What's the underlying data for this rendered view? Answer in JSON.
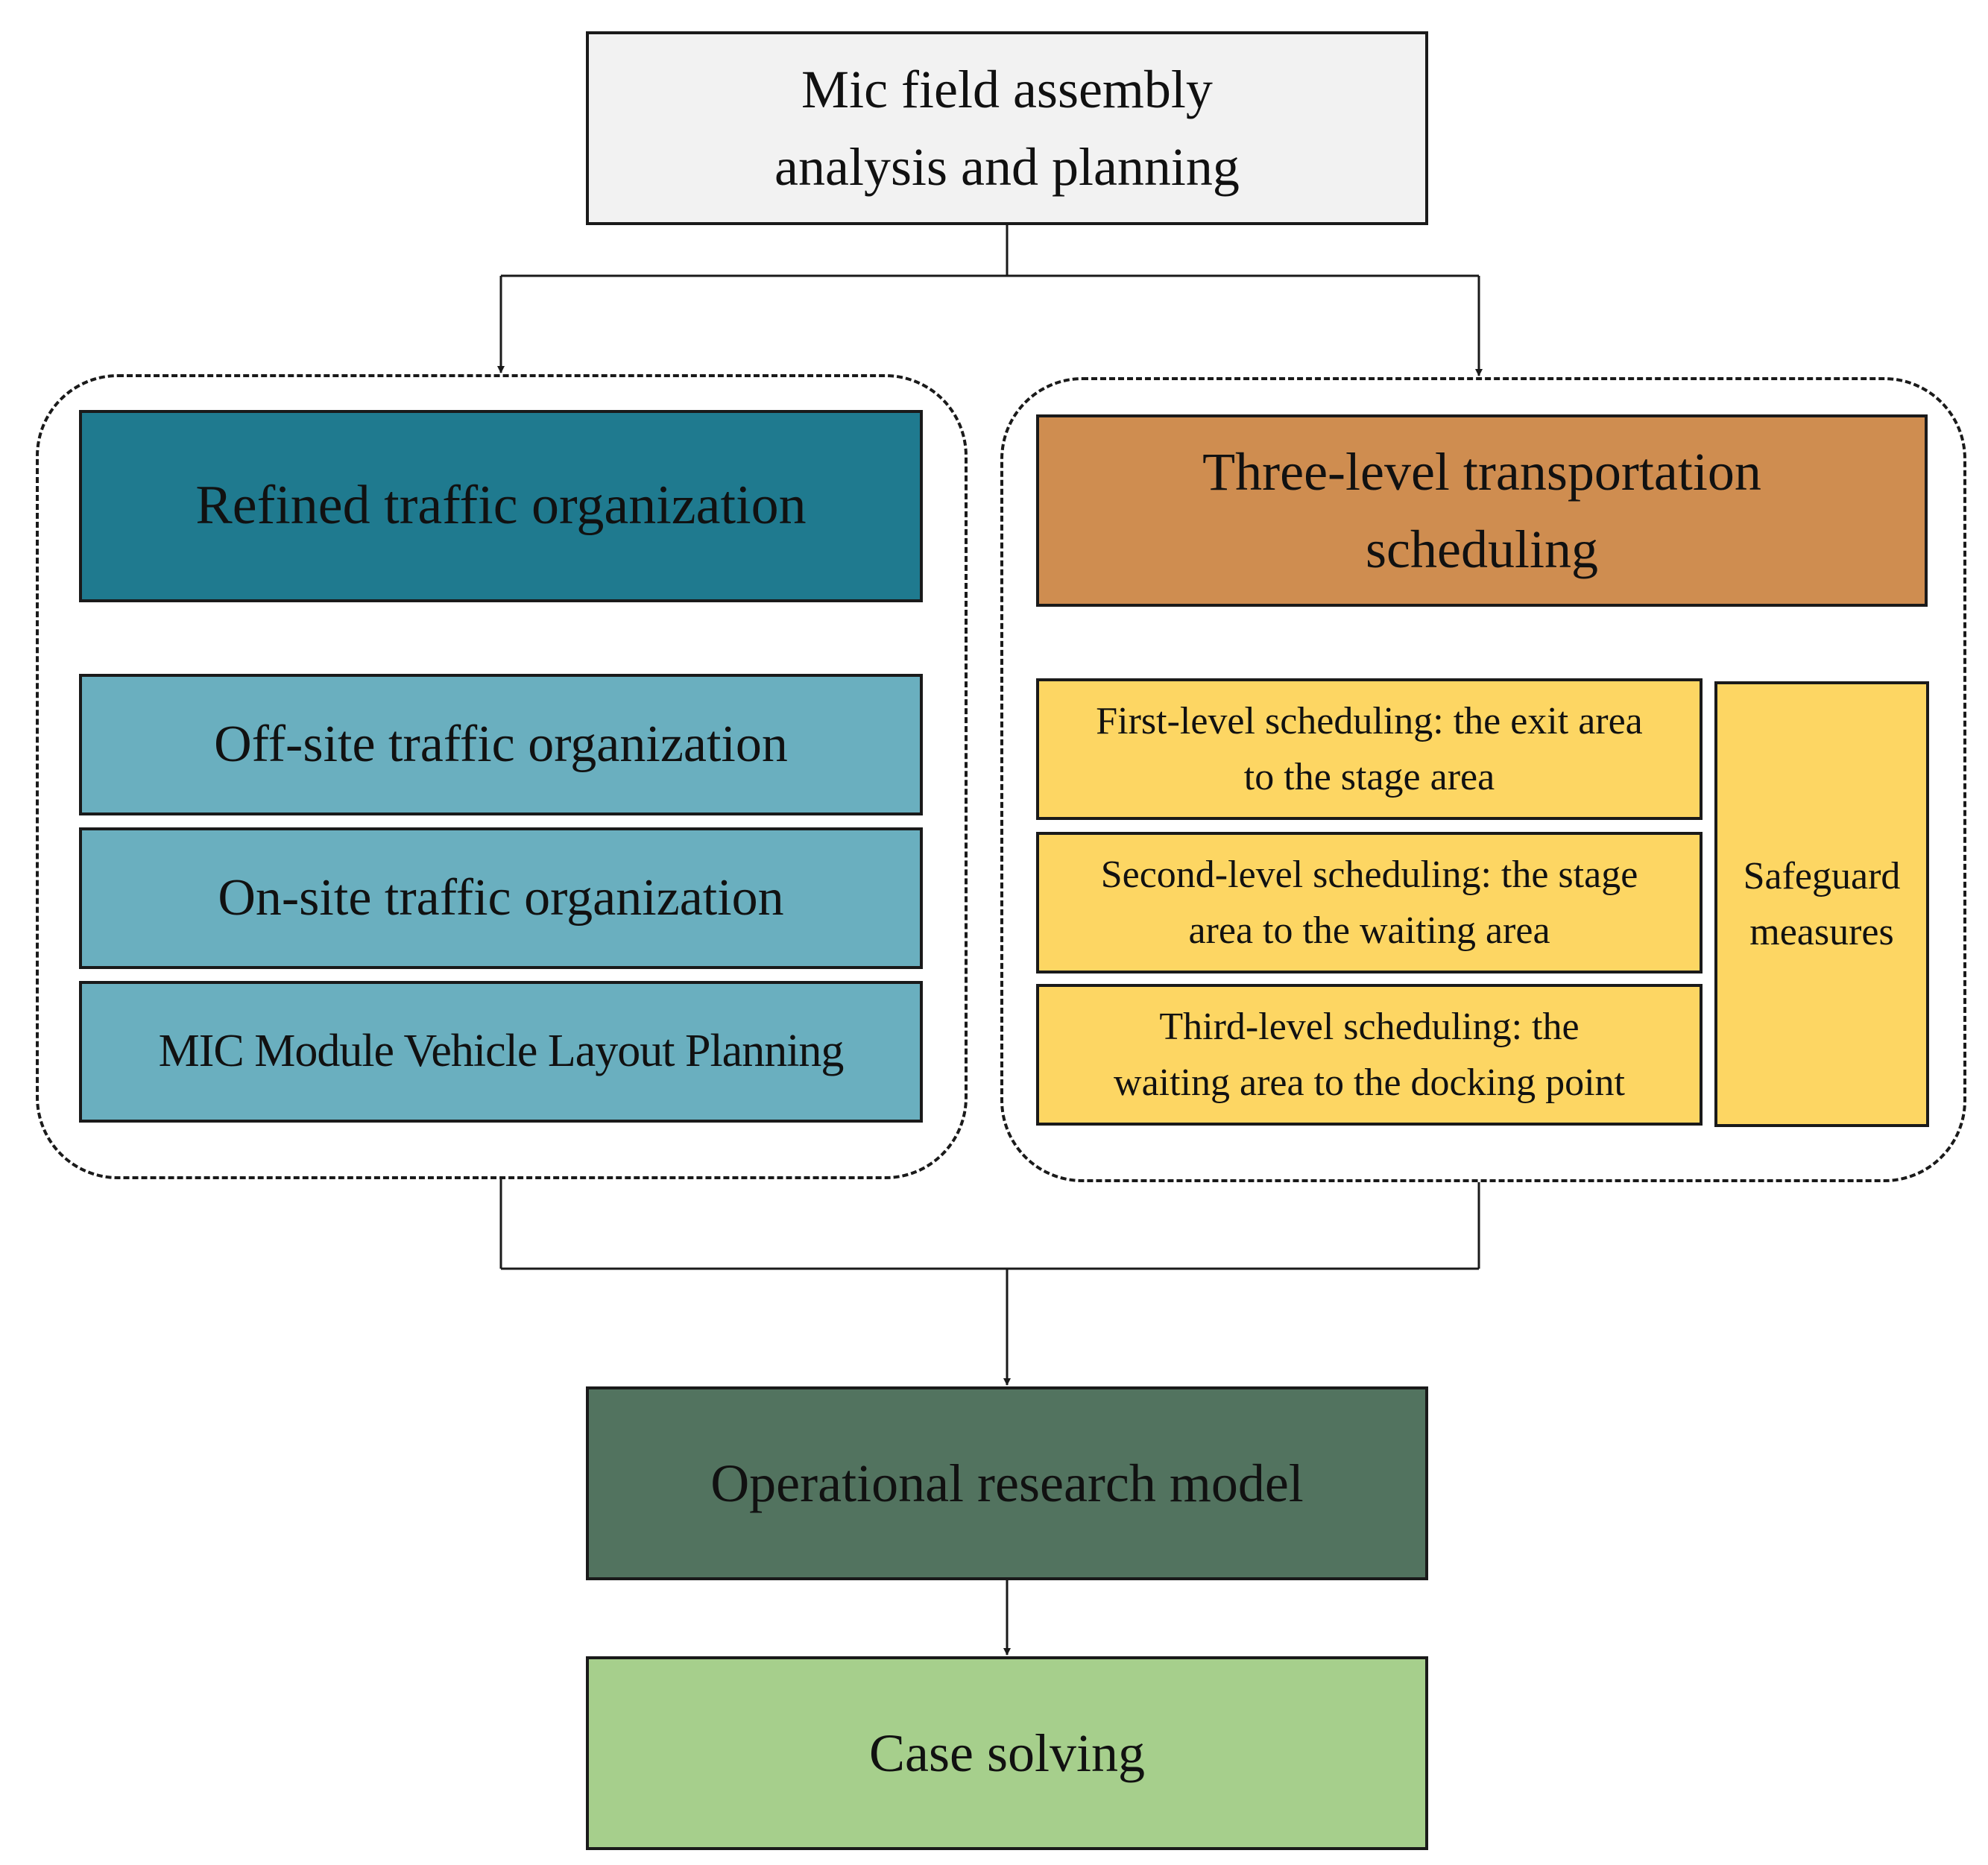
{
  "title_box": {
    "text": "Mic field assembly\nanalysis and planning",
    "color": "#f2f2f2"
  },
  "left_group": {
    "header": {
      "text": "Refined traffic organization",
      "color": "#1f7a8f"
    },
    "items": [
      {
        "text": "Off-site traffic organization",
        "color": "#6aafbf"
      },
      {
        "text": "On-site traffic organization",
        "color": "#6aafbf"
      },
      {
        "text": "MIC Module Vehicle Layout Planning",
        "color": "#6aafbf"
      }
    ]
  },
  "right_group": {
    "header": {
      "text": "Three-level transportation\nscheduling",
      "color": "#cf8d50"
    },
    "items": [
      {
        "text": "First-level scheduling: the exit area\nto the stage area",
        "color": "#fdd663"
      },
      {
        "text": "Second-level scheduling: the stage\narea to the waiting area",
        "color": "#fdd663"
      },
      {
        "text": "Third-level scheduling: the\nwaiting area to the docking point",
        "color": "#fdd663"
      }
    ],
    "side": {
      "text": "Safeguard\nmeasures",
      "color": "#fdd663"
    }
  },
  "model_box": {
    "text": "Operational research model",
    "color": "#52735f"
  },
  "case_box": {
    "text": "Case solving",
    "color": "#a6cf8c"
  },
  "line_color": "#1a1a1a"
}
